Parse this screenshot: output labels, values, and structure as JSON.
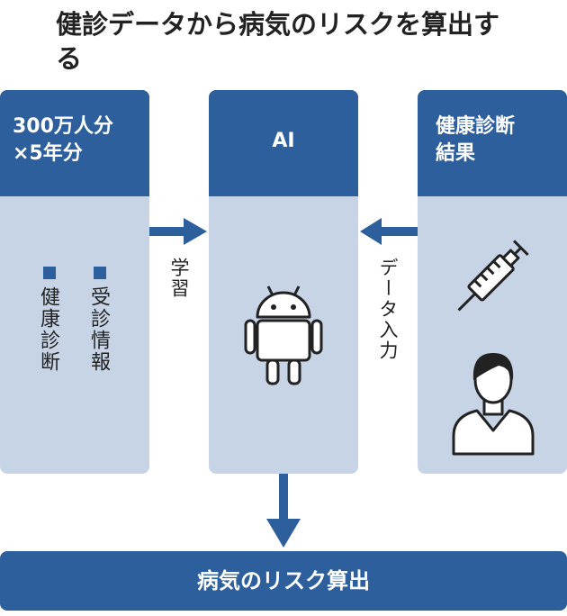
{
  "title": "健診データから病気のリスクを算出する",
  "left": {
    "head_line1": "300万人分",
    "head_line2": "×5年分",
    "items": [
      "健康診断",
      "受診情報"
    ]
  },
  "middle": {
    "head": "AI"
  },
  "right": {
    "head_line1": "健康診断",
    "head_line2": "結果"
  },
  "arrow_left_label": "学習",
  "arrow_right_label": "データ入力",
  "result": "病気のリスク算出",
  "colors": {
    "dark_blue": "#2c5f9c",
    "light_blue": "#c7d4e6"
  },
  "icons": [
    "android-robot-icon",
    "syringe-icon",
    "person-icon"
  ]
}
